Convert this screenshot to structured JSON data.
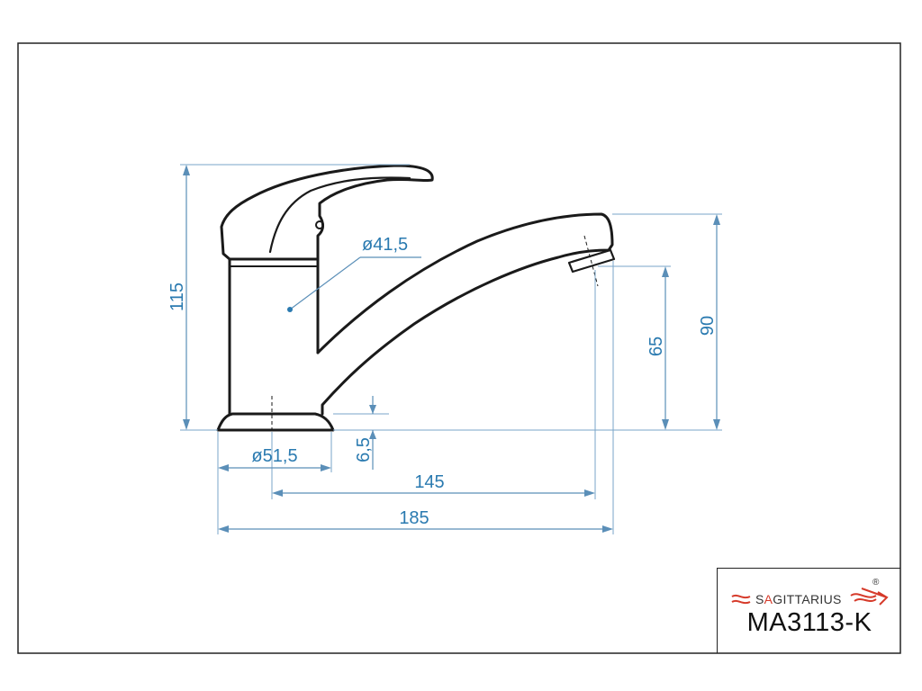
{
  "dimensions": {
    "height_total": "115",
    "spout_height": "90",
    "outlet_height": "65",
    "base_thickness": "6,5",
    "body_diameter": "ø41,5",
    "base_diameter": "ø51,5",
    "reach_axis": "145",
    "overall_length": "185"
  },
  "title_block": {
    "brand_prefix": "S",
    "brand_accent": "A",
    "brand_rest": "GITTARIUS",
    "registered": "®",
    "model": "MA3113-K"
  },
  "colors": {
    "dimension": "#2a7ab0",
    "outline": "#1a1a1a",
    "brand_accent": "#d63a2a"
  }
}
